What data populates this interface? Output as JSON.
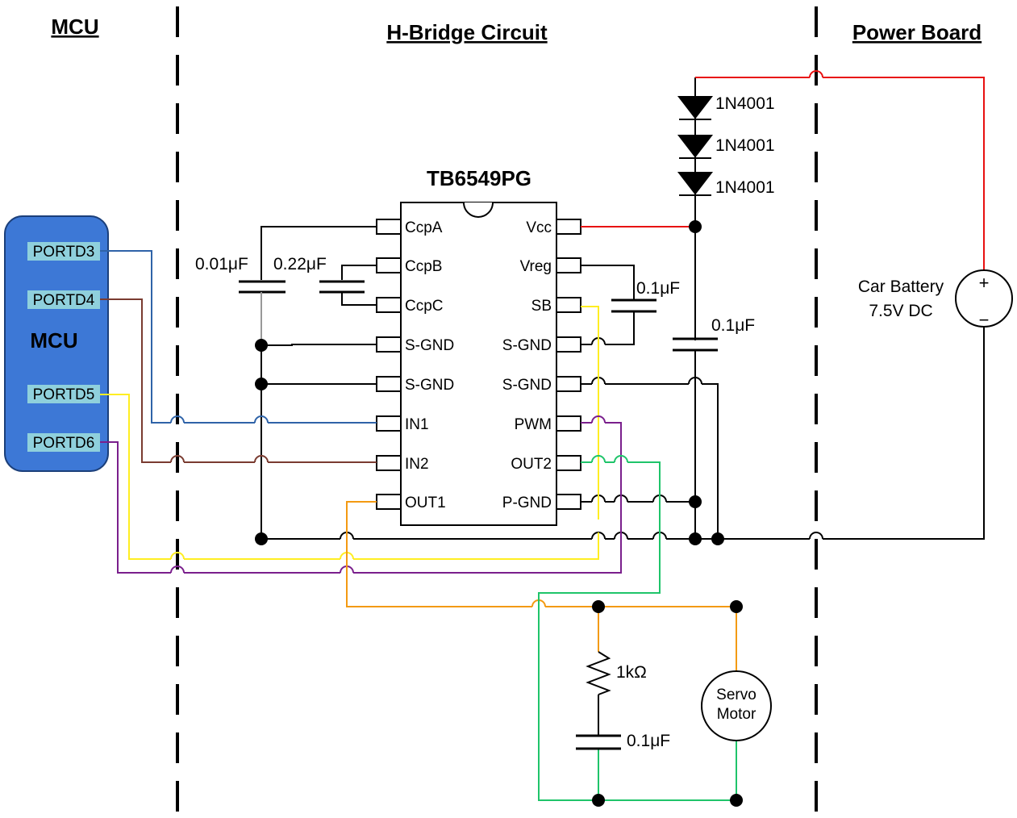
{
  "sections": {
    "mcu": "MCU",
    "hbridge": "H-Bridge Circuit",
    "power": "Power Board"
  },
  "mcu_block": {
    "label": "MCU",
    "ports": [
      "PORTD3",
      "PORTD4",
      "PORTD5",
      "PORTD6"
    ],
    "color": "#3d78d6"
  },
  "chip": {
    "name": "TB6549PG",
    "left_pins": [
      "CcpA",
      "CcpB",
      "CcpC",
      "S-GND",
      "S-GND",
      "IN1",
      "IN2",
      "OUT1"
    ],
    "right_pins": [
      "Vcc",
      "Vreg",
      "SB",
      "S-GND",
      "S-GND",
      "PWM",
      "OUT2",
      "P-GND"
    ]
  },
  "components": {
    "diodes": [
      "1N4001",
      "1N4001",
      "1N4001"
    ],
    "cap_ccpa": "0.01μF",
    "cap_ccpb": "0.22μF",
    "cap_vreg": "0.1μF",
    "cap_vcc": "0.1μF",
    "resistor": "1kΩ",
    "cap_snubber": "0.1μF",
    "motor": [
      "Servo",
      "Motor"
    ],
    "battery": [
      "Car Battery",
      "7.5V DC"
    ],
    "battery_plus": "+",
    "battery_minus": "−"
  },
  "wire_colors": {
    "portd3": "#2f63a8",
    "portd4": "#7a3b30",
    "portd5": "#ffee22",
    "portd6": "#7a1f8c",
    "power": "#e81010",
    "out1": "#f39a12",
    "out2": "#1fc46a",
    "ground": "#000000"
  }
}
